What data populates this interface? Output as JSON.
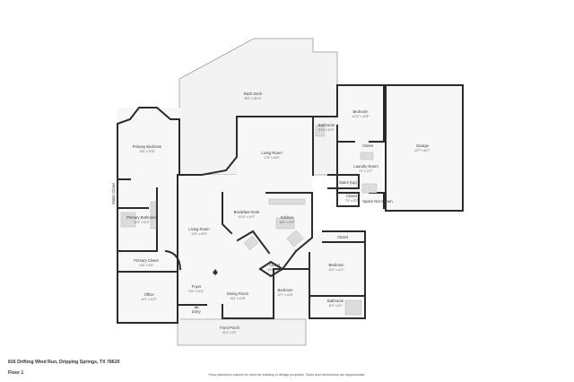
{
  "plan": {
    "address": "816 Drifting Wind Run, Dripping Springs, TX 78620",
    "floor": "Floor 1",
    "disclaimer": "Floor plans/tour cannot be used for building or design purposes. Sizes and dimensions are approximate."
  },
  "rooms": {
    "back_deck": {
      "name": "Back Deck",
      "dim": "39'0\" x 33'10\""
    },
    "primary_bedroom": {
      "name": "Primary Bedroom",
      "dim": "16'0\" x 20'8\""
    },
    "living_room": {
      "name": "Living Room",
      "dim": "17'8\" x 18'5\""
    },
    "bathroom_upper": {
      "name": "Bathroom",
      "dim": "5'11\" x 10'0\""
    },
    "bedroom_ne": {
      "name": "Bedroom",
      "dim": "10'11\" x 10'8\""
    },
    "closet_ne": {
      "name": "Closet",
      "dim": ""
    },
    "garage": {
      "name": "Garage",
      "dim": "20'7\" x 40'7\""
    },
    "laundry": {
      "name": "Laundry Room",
      "dim": "7'4\" x 10'7\""
    },
    "stairs": {
      "name": "Stairs (Up)",
      "dim": ""
    },
    "closet_mid": {
      "name": "Closet",
      "dim": "7'1\" x 3'2\""
    },
    "space_not_shown": {
      "name": "Space Not Shown",
      "dim": ""
    },
    "primary_bathroom": {
      "name": "Primary Bathroom",
      "dim": "10'4\" x 10'0\""
    },
    "breakfast_nook": {
      "name": "Breakfast Nook",
      "dim": "10'10\" x 10'7\""
    },
    "kitchen": {
      "name": "Kitchen",
      "dim": "16'6\" x 13'2\""
    },
    "living_room_2": {
      "name": "Living Room",
      "dim": "12'0\" x 16'0\""
    },
    "closet_kitchen": {
      "name": "Closet",
      "dim": ""
    },
    "primary_closet": {
      "name": "Primary Closet",
      "dim": "14'0\" x 5'8\""
    },
    "closet_se": {
      "name": "Closet",
      "dim": ""
    },
    "bedroom_se": {
      "name": "Bedroom",
      "dim": "11'0\" x 11'1\""
    },
    "closet_hall": {
      "name": "Closet",
      "dim": "3'10\" x 2'4\""
    },
    "office": {
      "name": "Office",
      "dim": "10'2\" x 11'2\""
    },
    "foyer": {
      "name": "Foyer",
      "dim": "9'10\" x 6'11\""
    },
    "dining_room": {
      "name": "Dining Room",
      "dim": "10'4\" x 11'8\""
    },
    "bedroom_s": {
      "name": "Bedroom",
      "dim": "12'7\" x 10'8\""
    },
    "bathroom_se": {
      "name": "Bathroom",
      "dim": "11'0\" x 5'2\""
    },
    "entry": {
      "name": "Entry",
      "dim": ""
    },
    "front_porch": {
      "name": "Front Porch",
      "dim": "31'4\" x 9'0\""
    },
    "water_closet": {
      "name": "Water Closet",
      "dim": ""
    }
  }
}
